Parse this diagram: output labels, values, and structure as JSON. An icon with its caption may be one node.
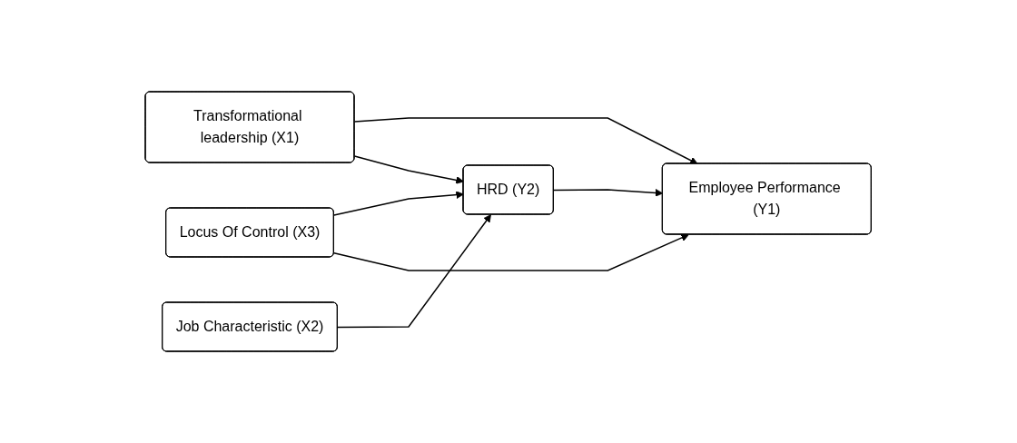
{
  "diagram": {
    "nodes": [
      {
        "text": [
          "Transformational leadership (X1)"
        ]
      },
      {
        "text": [
          "Job Characteristic (X2)"
        ]
      },
      {
        "text": [
          "Locus Of Control (X3)"
        ]
      },
      {
        "text": [
          "HRD (Y2)"
        ]
      },
      {
        "text": [
          "Employee Performance (Y1)"
        ]
      }
    ],
    "edges": [
      {
        "from": 0,
        "to": 4,
        "arrow": "to"
      },
      {
        "from": 0,
        "to": 3,
        "arrow": "to"
      },
      {
        "from": 1,
        "to": 3,
        "arrow": "to"
      },
      {
        "from": 2,
        "to": 3,
        "arrow": "to"
      },
      {
        "from": 2,
        "to": 4,
        "arrow": "to"
      },
      {
        "from": 3,
        "to": 4,
        "arrow": "to"
      }
    ]
  }
}
